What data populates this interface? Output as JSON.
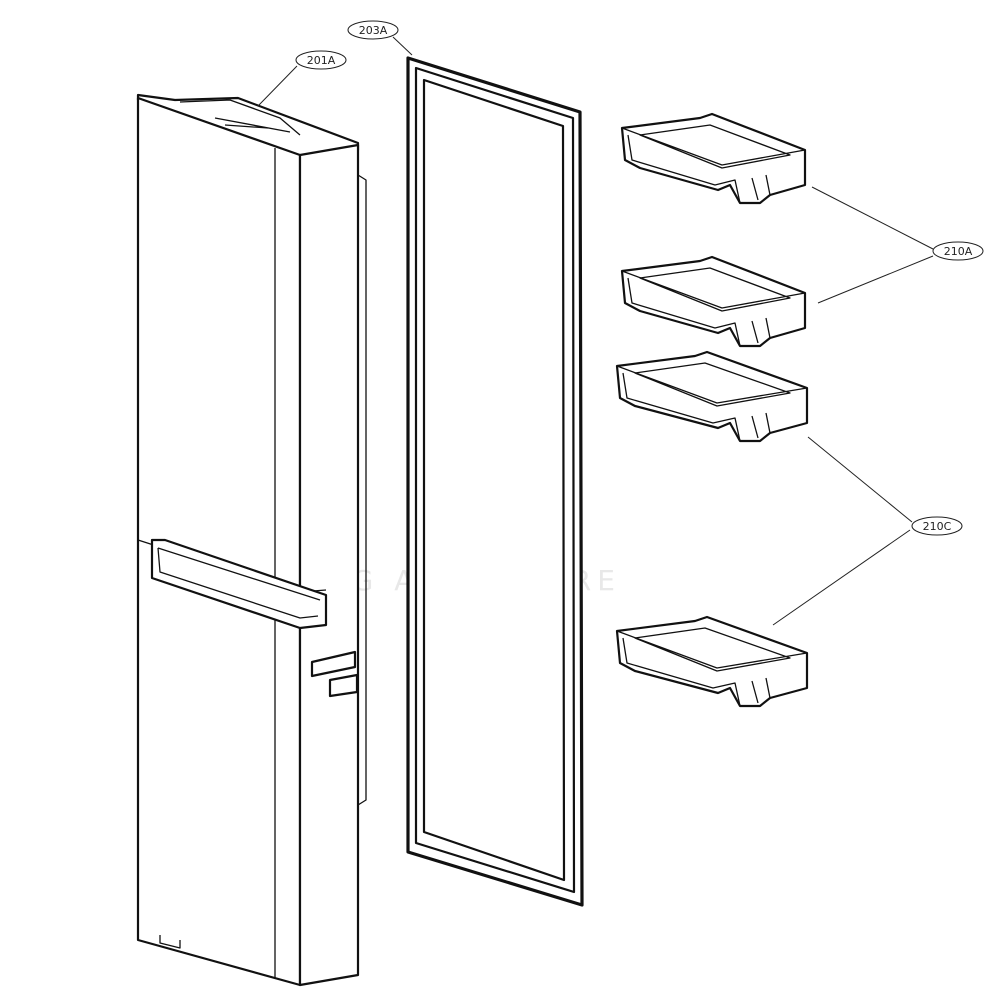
{
  "labels": {
    "door": "201A",
    "gasket": "203A",
    "basket_upper": "210A",
    "basket_lower": "210C"
  },
  "watermark": {
    "text": "LG ADVENTURE"
  }
}
